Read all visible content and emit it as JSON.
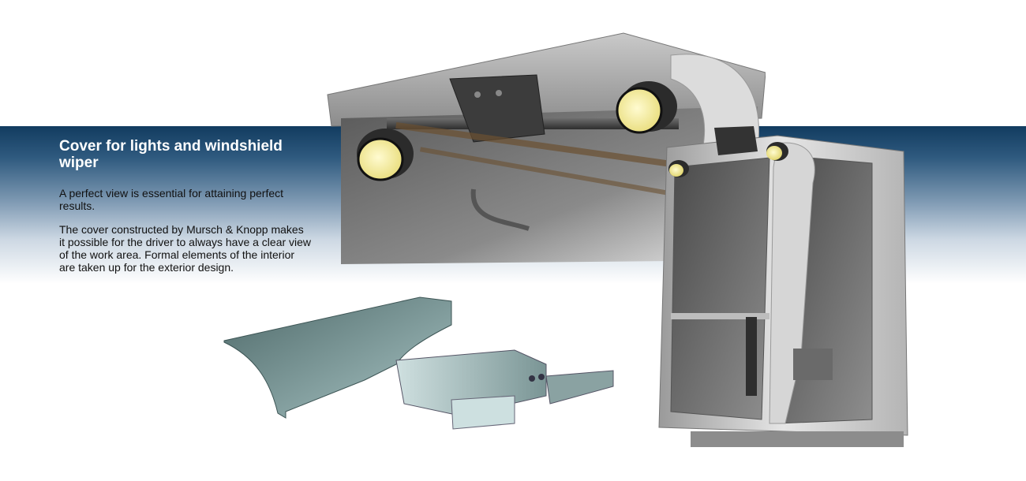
{
  "section": {
    "title": "Cover for lights and windshield wiper",
    "paragraphs": [
      "A perfect view is essential for attaining perfect results.",
      "The cover constructed by Mursch & Knopp makes it possible for the driver to always have a clear view of the work area. Formal elements of the interior are taken up for the exterior design."
    ]
  },
  "colors": {
    "band_top": "#123c60",
    "band_bottom": "#ffffff",
    "lamp_glow": "#fff7b8"
  }
}
